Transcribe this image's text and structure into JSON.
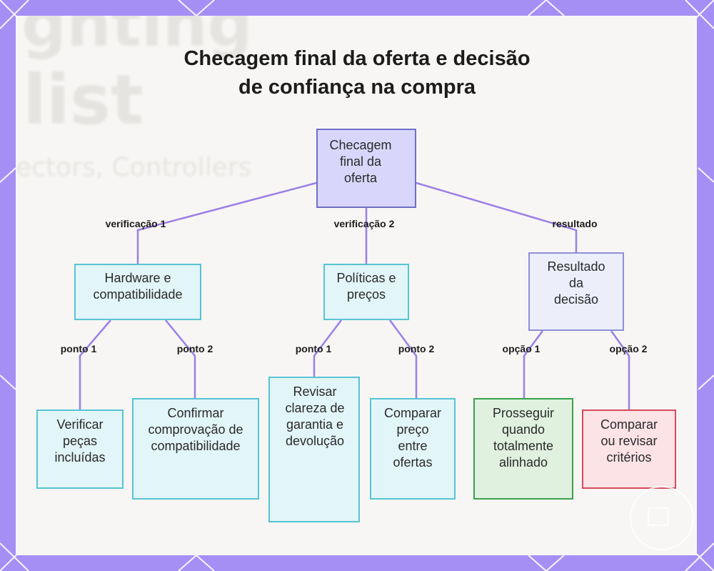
{
  "title": {
    "line1": "Checagem final da oferta e decisão",
    "line2": "de confiança na compra"
  },
  "colors": {
    "frame": "#a58ff5",
    "connector": "#9b7fe6",
    "root_fill": "#d8d7fb",
    "cyan_fill": "#e2f5f8",
    "green_fill": "#e0f1df",
    "red_fill": "#fbe3e6"
  },
  "background_text": {
    "w1": "ghting",
    "w2": "list",
    "w3": "ectors, Controllers"
  },
  "nodes": {
    "root": "Checagem final da oferta",
    "hardware": "Hardware e compatibilidade",
    "politicas": "Políticas e preços",
    "resultado": "Resultado da decisão",
    "verificar_pecas": "Verificar peças incluídas",
    "confirmar_comp": "Confirmar comprovação de compatibilidade",
    "revisar_clareza": "Revisar clareza de garantia e devolução",
    "comparar_preco": "Comparar preço entre ofertas",
    "prosseguir": "Prosseguir quando totalmente alinhado",
    "comparar_revisar": "Comparar ou revisar critérios"
  },
  "edge_labels": {
    "verificacao1": "verificação 1",
    "verificacao2": "verificação 2",
    "resultado": "resultado",
    "hw_ponto1": "ponto 1",
    "hw_ponto2": "ponto 2",
    "pol_ponto1": "ponto 1",
    "pol_ponto2": "ponto 2",
    "res_opcao1": "opção 1",
    "res_opcao2": "opção 2"
  }
}
